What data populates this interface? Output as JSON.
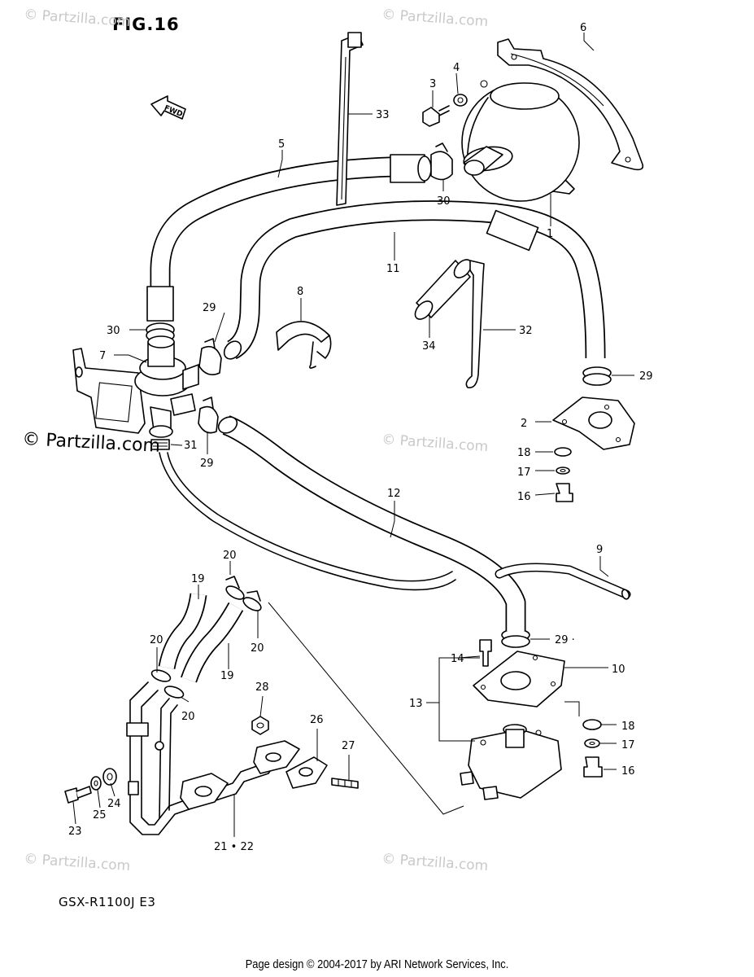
{
  "figure": {
    "title": "FIG.16",
    "model": "GSX-R1100J E3",
    "footer": "Page design © 2004-2017 by ARI Network Services, Inc.",
    "copyright": "© Partzilla.com",
    "watermark": "© Partzilla.com",
    "direction_arrow": "FWD"
  },
  "callouts": [
    {
      "id": "c1",
      "label": "1"
    },
    {
      "id": "c2",
      "label": "2"
    },
    {
      "id": "c3",
      "label": "3"
    },
    {
      "id": "c4",
      "label": "4"
    },
    {
      "id": "c5",
      "label": "5"
    },
    {
      "id": "c6",
      "label": "6"
    },
    {
      "id": "c7",
      "label": "7"
    },
    {
      "id": "c8",
      "label": "8"
    },
    {
      "id": "c9",
      "label": "9"
    },
    {
      "id": "c10",
      "label": "10"
    },
    {
      "id": "c11",
      "label": "11"
    },
    {
      "id": "c12",
      "label": "12"
    },
    {
      "id": "c13",
      "label": "13"
    },
    {
      "id": "c14",
      "label": "14"
    },
    {
      "id": "c16a",
      "label": "16"
    },
    {
      "id": "c16b",
      "label": "16"
    },
    {
      "id": "c17a",
      "label": "17"
    },
    {
      "id": "c17b",
      "label": "17"
    },
    {
      "id": "c18a",
      "label": "18"
    },
    {
      "id": "c18b",
      "label": "18"
    },
    {
      "id": "c19a",
      "label": "19"
    },
    {
      "id": "c19b",
      "label": "19"
    },
    {
      "id": "c20a",
      "label": "20"
    },
    {
      "id": "c20b",
      "label": "20"
    },
    {
      "id": "c20c",
      "label": "20"
    },
    {
      "id": "c20d",
      "label": "20"
    },
    {
      "id": "c2122",
      "label": "21 • 22"
    },
    {
      "id": "c23",
      "label": "23"
    },
    {
      "id": "c24",
      "label": "24"
    },
    {
      "id": "c25",
      "label": "25"
    },
    {
      "id": "c26",
      "label": "26"
    },
    {
      "id": "c27",
      "label": "27"
    },
    {
      "id": "c28",
      "label": "28"
    },
    {
      "id": "c29a",
      "label": "29"
    },
    {
      "id": "c29b",
      "label": "29"
    },
    {
      "id": "c29c",
      "label": "29"
    },
    {
      "id": "c29d",
      "label": "29 ·"
    },
    {
      "id": "c30a",
      "label": "30"
    },
    {
      "id": "c30b",
      "label": "30"
    },
    {
      "id": "c31",
      "label": "31"
    },
    {
      "id": "c32",
      "label": "32"
    },
    {
      "id": "c33",
      "label": "33"
    },
    {
      "id": "c34",
      "label": "34"
    }
  ]
}
